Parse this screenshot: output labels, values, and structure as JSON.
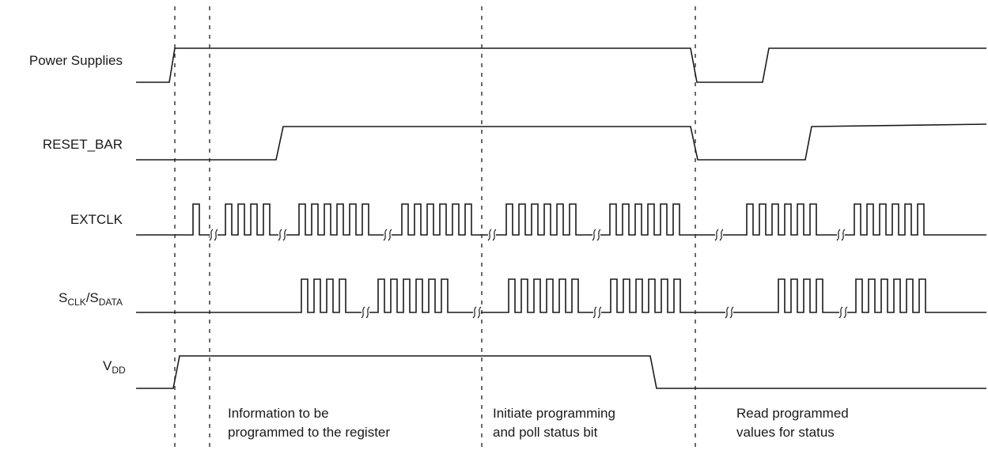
{
  "signals": [
    {
      "id": "power",
      "label": "Power Supplies"
    },
    {
      "id": "reset",
      "label": "RESET_BAR"
    },
    {
      "id": "extclk",
      "label": "EXTCLK"
    },
    {
      "id": "sclk",
      "label_main1": "S",
      "label_sub1": "CLK",
      "label_sep": "/S",
      "label_sub2": "DATA"
    },
    {
      "id": "vdd",
      "label_main": "V",
      "label_sub": "DD"
    }
  ],
  "annotations": [
    {
      "lines": [
        "Information to be",
        "programmed to the register"
      ]
    },
    {
      "lines": [
        "Initiate programming",
        "and poll status bit"
      ]
    },
    {
      "lines": [
        "Read programmed",
        "values for status"
      ]
    }
  ]
}
